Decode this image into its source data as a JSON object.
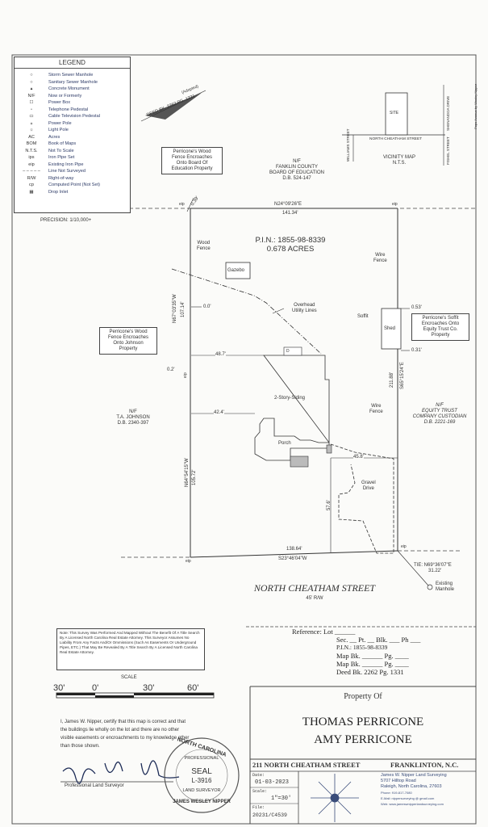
{
  "legend": {
    "title": "LEGEND",
    "items": [
      {
        "symbol": "○",
        "label": "Storm Sewer Manhole"
      },
      {
        "symbol": "○",
        "label": "Sanitary Sewer Manhole"
      },
      {
        "symbol": "▴",
        "label": "Concrete Monument"
      },
      {
        "symbol": "N/F",
        "label": "Now or Formerly"
      },
      {
        "symbol": "☐",
        "label": "Power Box"
      },
      {
        "symbol": "▫",
        "label": "Telephone Pedestal"
      },
      {
        "symbol": "▭",
        "label": "Cable Television Pedestal"
      },
      {
        "symbol": "⁎",
        "label": "Power Pole"
      },
      {
        "symbol": "☼",
        "label": "Light Pole"
      },
      {
        "symbol": "AC",
        "label": "Acres"
      },
      {
        "symbol": "BOM",
        "label": "Book of Maps"
      },
      {
        "symbol": "N.T.S.",
        "label": "Not To Scale"
      },
      {
        "symbol": "ips",
        "label": "Iron Pipe Set"
      },
      {
        "symbol": "eip",
        "label": "Existing Iron Pipe"
      },
      {
        "symbol": "– – – – –",
        "label": "Line Not Surveyed"
      },
      {
        "symbol": "R/W",
        "label": "Right-of-way"
      },
      {
        "symbol": "cp",
        "label": "Computed Point (Not Set)"
      },
      {
        "symbol": "▦",
        "label": "Drop Inlet"
      }
    ]
  },
  "precision": "PRECISION: 1/10,000+",
  "north_arrow": {
    "deed": "DEED BK. 2262 PG. 1331",
    "adopted": "(Adopted)"
  },
  "vicinity_map": {
    "site": "SITE",
    "north_cheatham": "NORTH CHEATHAM STREET",
    "williams": "WILLIAMS STREET",
    "fishel": "FISHEL STREET",
    "shenandoa": "SHENANDOA DRIVE",
    "title": "VICINITY MAP",
    "nts": "N.T.S."
  },
  "margin_note": "Pope Avenue by Wesley Nipper",
  "notes": {
    "fence_board": [
      "Perricone's Wood",
      "Fence Encroaches",
      "Onto Board Of",
      "Education Property"
    ],
    "fence_johnson": [
      "Perricone's Wood",
      "Fence Encroaches",
      "Onto Johnson",
      "Property"
    ],
    "soffit": [
      "Perricone's Soffit",
      "Encroaches Onto",
      "Equity Trust Co.",
      "Property"
    ]
  },
  "adjoiners": {
    "board": [
      "N/F",
      "FANKLIN COUNTY",
      "BOARD OF EDUCATION",
      "D.B. 524-147"
    ],
    "johnson": [
      "N/F",
      "T.A. JOHNSON",
      "D.B. 2340-397"
    ],
    "equity": [
      "N/F",
      "EQUITY TRUST",
      "COMPANY CUSTODIAN",
      "D.B. 2221-169"
    ]
  },
  "lot": {
    "pin": "P.I.N.: 1855-98-8339",
    "acres": "0.678 ACRES",
    "top_bearing": "N24°09'26\"E",
    "top_distance": "141.34'",
    "left_upper_bearing": "N67°03'35\"W",
    "left_upper_distance": "107.14'",
    "left_lower_bearing": "N64°54'15\"W",
    "left_lower_distance": "105.72'",
    "right_bearing": "S65°15'24\"E",
    "right_distance": "211.88'",
    "bottom_distance": "138.64'",
    "bottom_bearing": "S23°46'04\"W",
    "corner_offset": "0.39'",
    "tie": [
      "TIE: N69°36'07\"E",
      "31.22'"
    ],
    "existing_manhole": [
      "Existing",
      "Manhole"
    ],
    "eip": "eip"
  },
  "features": {
    "wood_fence": [
      "Wood",
      "Fence"
    ],
    "wire_fence": [
      "Wire",
      "Fence"
    ],
    "gazebo": "Gazebo",
    "overhead": [
      "Overhead",
      "Utility Lines"
    ],
    "shed": "Shed",
    "soffit": "Soffit",
    "house": "2-Story-Siding",
    "porch": "Porch",
    "deck": "D",
    "gravel": [
      "Gravel",
      "Drive"
    ],
    "dim_00": "0.0'",
    "dim_487": "48.7'",
    "dim_02": "0.2'",
    "dim_424": "42.4'",
    "dim_458": "45.8'",
    "dim_576": "57.6'",
    "dim_053": "0.53'",
    "dim_031": "0.31'"
  },
  "street": {
    "name": "NORTH CHEATHAM STREET",
    "rw": "45' R/W"
  },
  "reference": {
    "label": "Reference:",
    "lot": "Lot ______",
    "sec": "Sec. __ Pt. __ Blk. ___ Ph ___",
    "pin": "P.I.N.: 1855-98-8339",
    "map1": "Map Bk. ______ Pg. ____",
    "map2": "Map Bk. ______ Pg. ____",
    "deed": "Deed Bk. 2262 Pg. 1331"
  },
  "disclaimer": "Note: This Survey Was Performed And Mapped Without The Benefit Of A Title Search By A Licensed North Carolina Real Estate Attorney. This Surveyor Assumes No Liability From Any Facts And/Or Ommissions (Such As Easements Or Underground Pipes, ETC.) That May Be Revealed By A Title Search By A Licensed North Carolina Real Estate Attorney.",
  "scale_bar": {
    "label": "SCALE",
    "ticks": [
      "30'",
      "0'",
      "30'",
      "60'"
    ]
  },
  "certification": "I, James W. Nipper, certify that this map is correct and that the buildings lie wholly on the lot and there are no other visible easements or encroachments to my knowledge other than those shown.",
  "signature_title": "Professional Land Surveyor",
  "seal": {
    "top": "NORTH CAROLINA",
    "professional": "PROFESSIONAL",
    "seal": "SEAL",
    "number": "L-3916",
    "bottom": "LAND SURVEYOR",
    "name": "JAMES WESLEY NIPPER"
  },
  "title_block": {
    "property_of": "Property Of",
    "owner1": "THOMAS PERRICONE",
    "owner2": "AMY PERRICONE",
    "address": "211 NORTH CHEATHAM STREET",
    "city": "FRANKLINTON, N.C.",
    "date_label": "Date:",
    "date": "01-03-2023",
    "scale_label": "Scale:",
    "scale": "1\"=30'",
    "file_label": "File:",
    "file": "20231/C4539",
    "surveyor": [
      "James W. Nipper Land Surveying",
      "5707 Hilltop Road",
      "Raleigh, North Carolina, 27603",
      "Phone: 919-817-7080",
      "E-Mail: nippersurveying @ gmail.com",
      "Web: www.jameswnipperlandsurveying.com"
    ]
  }
}
